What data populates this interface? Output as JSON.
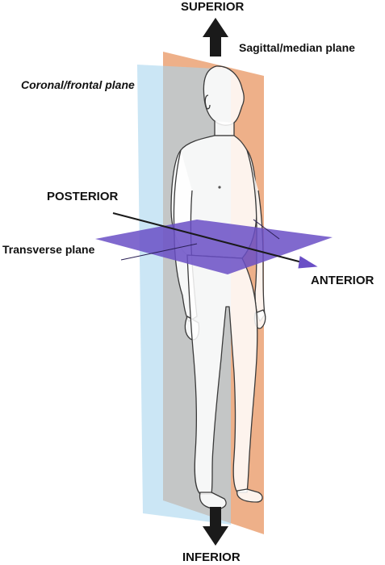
{
  "labels": {
    "superior": "SUPERIOR",
    "inferior": "INFERIOR",
    "posterior": "POSTERIOR",
    "anterior": "ANTERIOR",
    "sagittal": "Sagittal/median plane",
    "coronal": "Coronal/frontal plane",
    "transverse": "Transverse plane"
  },
  "colors": {
    "sagittal_plane": "#e8925c",
    "coronal_plane": "#a9d6ef",
    "transverse_plane": "#6a4fc6",
    "arrow": "#1a1a1a",
    "figure_outline": "#3a3a3a"
  },
  "icons": {
    "superior_arrow": "arrow-up-icon",
    "inferior_arrow": "arrow-down-icon",
    "anterior_arrow": "arrow-right-icon"
  }
}
